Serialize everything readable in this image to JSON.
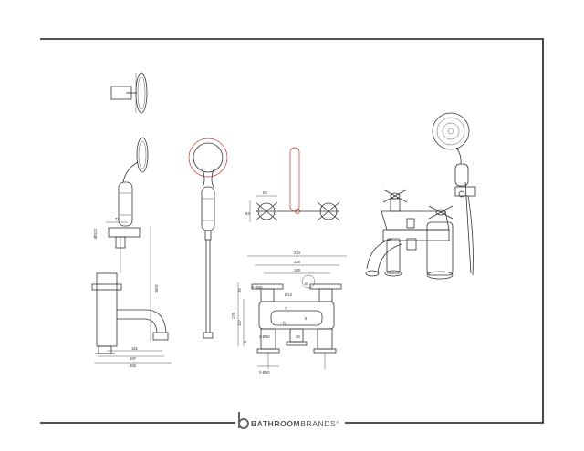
{
  "brand": {
    "name_bold": "BATHROOM",
    "name_light": "BRANDS",
    "mark": "®",
    "logo_icon": "b-logo-icon"
  },
  "dimensions": {
    "side_view": {
      "d72": "72",
      "d1060": "1060",
      "dOD22": "ØD22",
      "d161": "161",
      "d197": "197",
      "d255": "255"
    },
    "plan_view": {
      "d63_top": "63",
      "d63_side": "63"
    },
    "front_view": {
      "d244": "244",
      "d225": "225",
      "d180": "180",
      "d2x45": "2-Ø45",
      "d12": "Ø12",
      "d7": "7",
      "d25": "25",
      "d175": "175",
      "d127": "127",
      "d17": "17",
      "d5": "5",
      "d6": "6",
      "d2x50": "2-Ø50",
      "d2x60": "2-Ø60",
      "d48": "48"
    }
  },
  "colors": {
    "frame": "#1a1a1a",
    "line": "#333333",
    "accent": "#c0392b"
  }
}
